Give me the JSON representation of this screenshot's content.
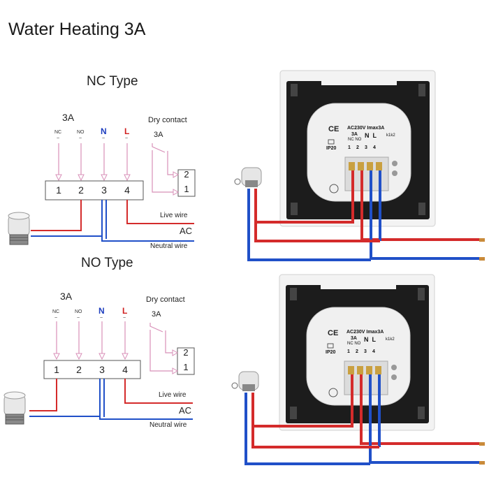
{
  "title": "Water Heating 3A",
  "diagrams": [
    {
      "type_label": "NC Type",
      "current": "3A",
      "terminal_labels": [
        "NC",
        "NO",
        "N",
        "L"
      ],
      "tilde": "~",
      "terminals": [
        "1",
        "2",
        "3",
        "4"
      ],
      "dry_contact": "Dry contact",
      "dry_current": "3A",
      "contact_terminals": [
        "2",
        "1"
      ],
      "live_wire": "Live wire",
      "ac": "AC",
      "neutral_wire": "Neutral wire"
    },
    {
      "type_label": "NO Type",
      "current": "3A",
      "terminal_labels": [
        "NC",
        "NO",
        "N",
        "L"
      ],
      "tilde": "~",
      "terminals": [
        "1",
        "2",
        "3",
        "4"
      ],
      "dry_contact": "Dry contact",
      "dry_current": "3A",
      "contact_terminals": [
        "2",
        "1"
      ],
      "live_wire": "Live wire",
      "ac": "AC",
      "neutral_wire": "Neutral wire"
    }
  ],
  "devices": [
    {
      "rating": "AC230V Imax3A",
      "amp": "3A",
      "nc_no": "NC NO",
      "n_l": "N  L",
      "k": "k1k2",
      "ce": "CE",
      "ip": "IP20",
      "terminals": [
        "1",
        "2",
        "3",
        "4"
      ]
    },
    {
      "rating": "AC230V Imax3A",
      "amp": "3A",
      "nc_no": "NC NO",
      "n_l": "N  L",
      "k": "k1k2",
      "ce": "CE",
      "ip": "IP20",
      "terminals": [
        "1",
        "2",
        "3",
        "4"
      ]
    }
  ],
  "colors": {
    "live": "#d42b2b",
    "neutral": "#2050c8",
    "control": "#e0a0c0",
    "device_bg": "#1c1c1c",
    "frame": "#f2f2f2"
  }
}
